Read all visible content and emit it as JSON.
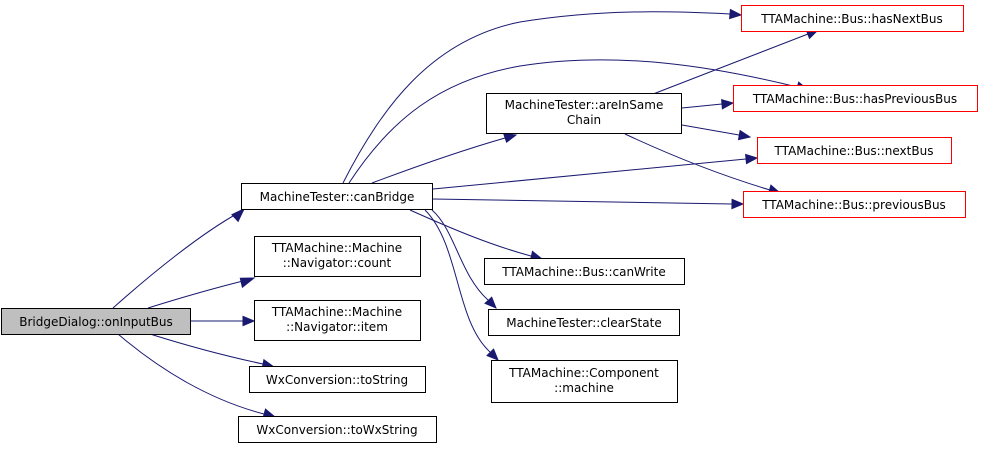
{
  "colors": {
    "edge": "#191970",
    "node_border": "#000000",
    "red_border": "#ff0000",
    "root_fill": "#bfbfbf"
  },
  "nodes": {
    "root": {
      "label": "BridgeDialog::onInputBus"
    },
    "can_bridge": {
      "label": "MachineTester::canBridge"
    },
    "nav_count": {
      "line1": "TTAMachine::Machine",
      "line2": "::Navigator::count"
    },
    "nav_item": {
      "line1": "TTAMachine::Machine",
      "line2": "::Navigator::item"
    },
    "to_string": {
      "label": "WxConversion::toString"
    },
    "to_wx_string": {
      "label": "WxConversion::toWxString"
    },
    "are_in_same_chain": {
      "line1": "MachineTester::areInSame",
      "line2": "Chain"
    },
    "can_write": {
      "label": "TTAMachine::Bus::canWrite"
    },
    "clear_state": {
      "label": "MachineTester::clearState"
    },
    "component_machine": {
      "line1": "TTAMachine::Component",
      "line2": "::machine"
    },
    "has_next_bus": {
      "label": "TTAMachine::Bus::hasNextBus"
    },
    "has_previous_bus": {
      "label": "TTAMachine::Bus::hasPreviousBus"
    },
    "next_bus": {
      "label": "TTAMachine::Bus::nextBus"
    },
    "previous_bus": {
      "label": "TTAMachine::Bus::previousBus"
    }
  }
}
